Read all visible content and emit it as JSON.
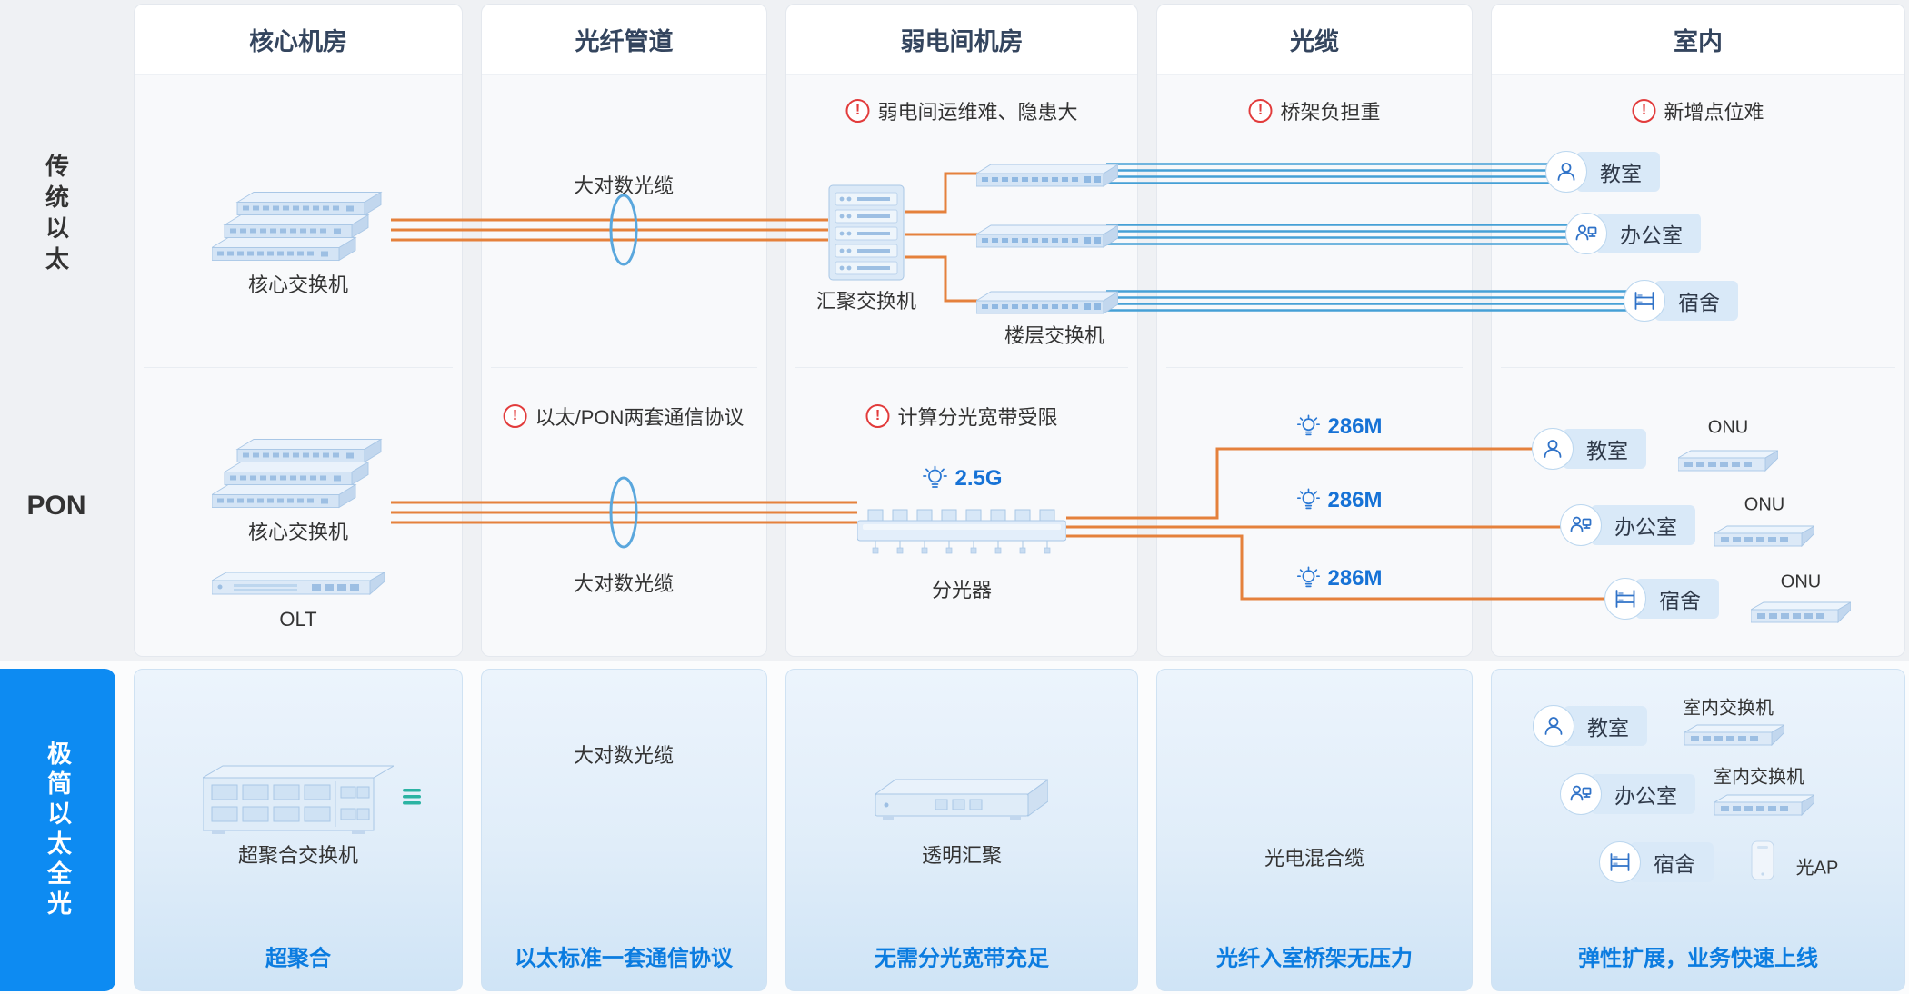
{
  "columns": [
    {
      "header": "核心机房"
    },
    {
      "header": "光纤管道"
    },
    {
      "header": "弱电间机房"
    },
    {
      "header": "光缆"
    },
    {
      "header": "室内"
    }
  ],
  "rows": {
    "traditional": "传统以太",
    "pon": "PON",
    "simplified": "极简以太全光"
  },
  "row1": {
    "core_switch_label": "核心交换机",
    "fiber_label": "大对数光缆",
    "agg_switch_label": "汇聚交换机",
    "floor_switch_label": "楼层交换机",
    "warning_room": "弱电间运维难、隐患大",
    "warning_cable": "桥架负担重",
    "warning_indoor": "新增点位难",
    "endpoints": [
      {
        "label": "教室"
      },
      {
        "label": "办公室"
      },
      {
        "label": "宿舍"
      }
    ]
  },
  "row2": {
    "core_switch_label": "核心交换机",
    "olt_label": "OLT",
    "warning_pipe": "以太/PON两套通信协议",
    "fiber_label": "大对数光缆",
    "warning_room": "计算分光宽带受限",
    "room_bandwidth": "2.5G",
    "splitter_label": "分光器",
    "branch_bandwidths": [
      "286M",
      "286M",
      "286M"
    ],
    "endpoints": [
      {
        "label": "教室",
        "device": "ONU"
      },
      {
        "label": "办公室",
        "device": "ONU"
      },
      {
        "label": "宿舍",
        "device": "ONU"
      }
    ]
  },
  "row3": {
    "super_switch_label": "超聚合交换机",
    "fiber_label": "大对数光缆",
    "transparent_agg_label": "透明汇聚",
    "hybrid_cable_label": "光电混合缆",
    "endpoints": [
      {
        "label": "教室",
        "device": "室内交换机"
      },
      {
        "label": "办公室",
        "device": "室内交换机"
      },
      {
        "label": "宿舍",
        "device": "光AP"
      }
    ],
    "footers": [
      "超聚合",
      "以太标准一套通信协议",
      "无需分光宽带充足",
      "光纤入室桥架无压力",
      "弹性扩展，业务快速上线"
    ]
  },
  "colors": {
    "accent_blue": "#0b7ce0",
    "highlight_blue": "#0d8bf2",
    "warning_red": "#e23b3b",
    "line_orange": "#e5813c",
    "cable_blue": "#45a0d6"
  }
}
